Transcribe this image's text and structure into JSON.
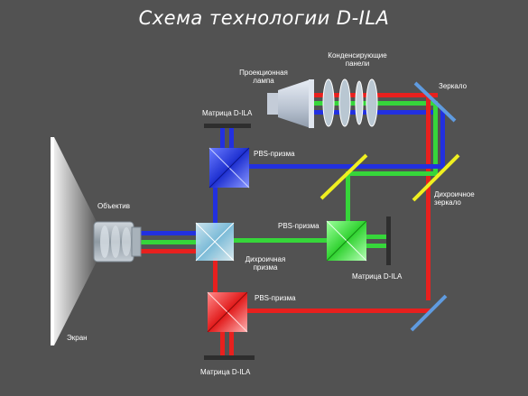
{
  "title": "Схема технологии D-ILA",
  "labels": {
    "lamp": [
      "Проекционная",
      "лампа"
    ],
    "condenser": [
      "Конденсирующие",
      "панели"
    ],
    "mirror_top": "Зеркало",
    "matrix_top": "Матрица D-ILA",
    "pbs_blue": "PBS-призма",
    "lens": "Объектив",
    "dichroic_mirror": [
      "Дихроичное",
      "зеркало"
    ],
    "pbs_green": "PBS-призма",
    "dichroic_prism": [
      "Дихроичная",
      "призма"
    ],
    "matrix_green": "Матрица D-ILA",
    "pbs_red": "PBS-призма",
    "screen": "Экран",
    "matrix_bottom": "Матрица D-ILA"
  },
  "colors": {
    "background": "#525252",
    "red_beam": "#e8201e",
    "green_beam": "#36d63a",
    "blue_beam": "#2230e0",
    "dichroic": "#f0f020",
    "mirror": "#5f9be0",
    "matrix": "#2e2e2e"
  }
}
